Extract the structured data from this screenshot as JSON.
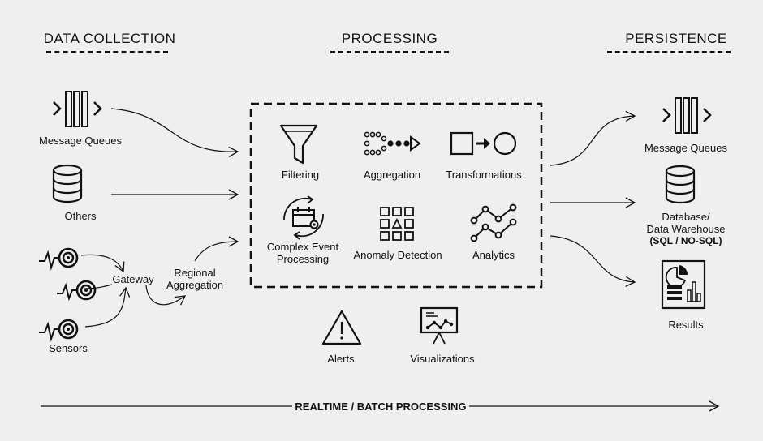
{
  "headers": {
    "collection": "DATA COLLECTION",
    "processing": "PROCESSING",
    "persistence": "PERSISTENCE"
  },
  "sources": {
    "message_queues": "Message Queues",
    "others": "Others",
    "gateway": "Gateway",
    "regional_1": "Regional",
    "regional_2": "Aggregation",
    "sensors": "Sensors"
  },
  "processing": {
    "filtering": "Filtering",
    "aggregation": "Aggregation",
    "transformations": "Transformations",
    "cep_1": "Complex Event",
    "cep_2": "Processing",
    "anomaly": "Anomaly Detection",
    "analytics": "Analytics"
  },
  "outputs": {
    "alerts": "Alerts",
    "visualizations": "Visualizations"
  },
  "persistence": {
    "message_queues": "Message Queues",
    "db_1": "Database/",
    "db_2": "Data Warehouse",
    "db_3": "(SQL / NO-SQL)",
    "results": "Results"
  },
  "timeline": "REALTIME / BATCH PROCESSING",
  "colors": {
    "background": "#efefef",
    "ink": "#111111"
  },
  "icons": [
    "queue-icon",
    "database-icon",
    "sensor-icon",
    "funnel-icon",
    "aggregation-icon",
    "transform-icon",
    "cycle-calendar-icon",
    "grid-icon",
    "line-chart-icon",
    "warning-icon",
    "presentation-icon",
    "report-icon"
  ]
}
